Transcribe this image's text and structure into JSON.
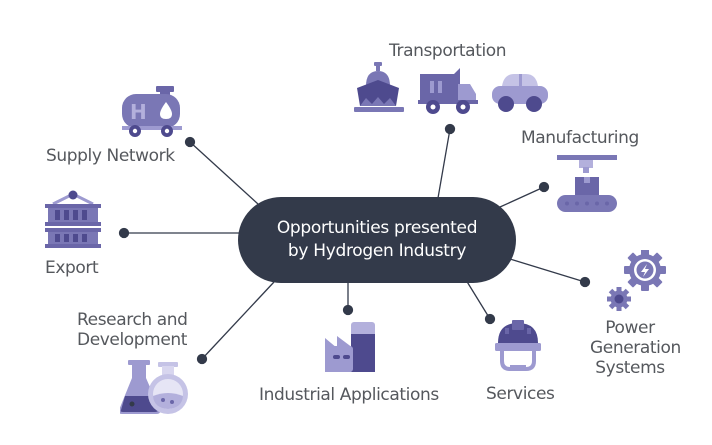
{
  "diagram": {
    "center": {
      "line1": "Opportunities presented",
      "line2": "by Hydrogen Industry"
    },
    "nodes": [
      {
        "id": "transportation",
        "label": "Transportation",
        "icons": [
          "ship-icon",
          "truck-icon",
          "car-icon"
        ]
      },
      {
        "id": "manufacturing",
        "label": "Manufacturing",
        "icons": [
          "conveyor-robot-icon"
        ]
      },
      {
        "id": "power-generation",
        "label_lines": [
          "Power",
          "Generation",
          "Systems"
        ],
        "icons": [
          "gear-lightning-icon",
          "small-gear-icon"
        ]
      },
      {
        "id": "services",
        "label": "Services",
        "icons": [
          "hard-hat-icon"
        ]
      },
      {
        "id": "industrial-applications",
        "label": "Industrial Applications",
        "icons": [
          "factory-icon"
        ]
      },
      {
        "id": "research",
        "label_lines": [
          "Research and",
          "Development"
        ],
        "icons": [
          "lab-flask-icon"
        ]
      },
      {
        "id": "export",
        "label": "Export",
        "icons": [
          "shipping-container-icon"
        ]
      },
      {
        "id": "supply-network",
        "label": "Supply Network",
        "icons": [
          "hydrogen-tank-wagon-icon"
        ]
      }
    ]
  },
  "colors": {
    "hub": "#333a4a",
    "connector": "#333a4a",
    "icon_dark": "#4e4a8e",
    "icon_mid": "#7a77b5",
    "icon_light": "#b3b0dc",
    "label_text": "#55585d"
  }
}
